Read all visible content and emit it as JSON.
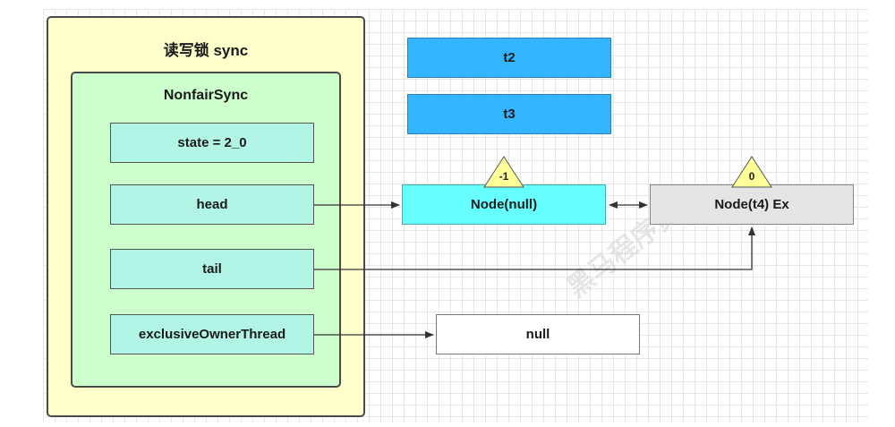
{
  "outer": {
    "title": "读写锁 sync"
  },
  "inner": {
    "title": "NonfairSync"
  },
  "fields": {
    "state": "state = 2_0",
    "head": "head",
    "tail": "tail",
    "owner": "exclusiveOwnerThread"
  },
  "threads": {
    "t2": "t2",
    "t3": "t3"
  },
  "nodes": {
    "node_null": {
      "label": "Node(null)",
      "badge": "-1"
    },
    "node_t4": {
      "label": "Node(t4) Ex",
      "badge": "0"
    },
    "null_box": "null"
  },
  "watermark": {
    "text": "黑马程序员"
  },
  "colors": {
    "outer_bg": "#ffffcc",
    "inner_bg": "#ccffcc",
    "field_bg": "#b2f5e6",
    "thread_bg": "#33b5ff",
    "node_null_bg": "#66ffff",
    "node_t4_bg": "#e4e4e4",
    "badge_bg": "#ffff99"
  }
}
